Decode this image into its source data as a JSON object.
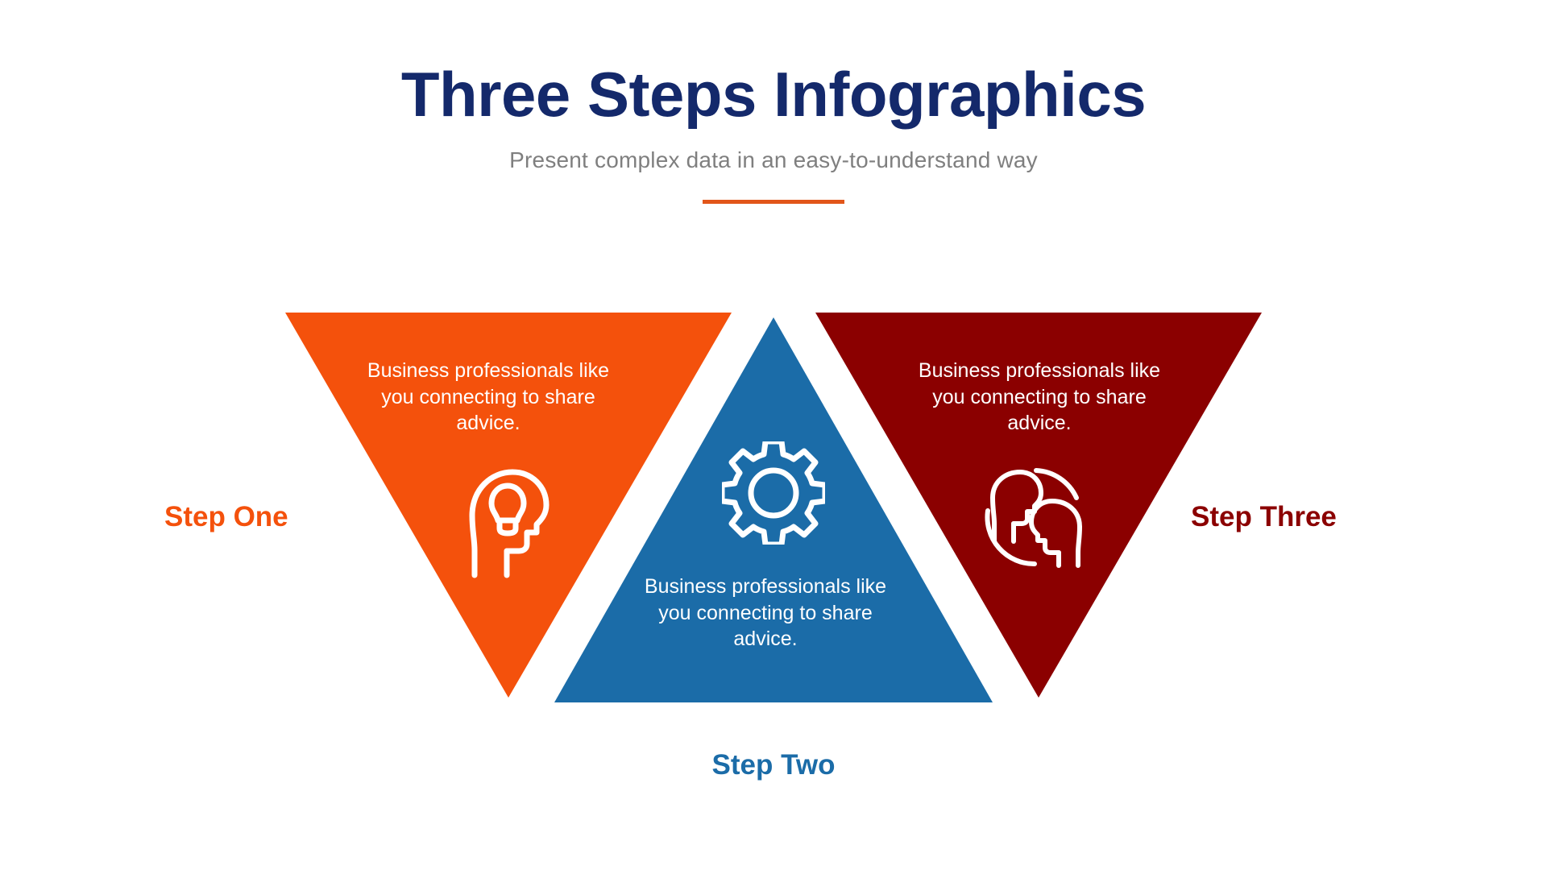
{
  "header": {
    "title": "Three Steps Infographics",
    "subtitle": "Present complex data in an easy-to-understand way",
    "title_color": "#14296B",
    "subtitle_color": "#7F7F7F",
    "accent_bar_color": "#E2561A"
  },
  "background_color": "#FFFFFF",
  "body_text_color": "#FFFFFF",
  "steps": [
    {
      "label": "Step One",
      "body": "Business professionals like you connecting to share advice.",
      "color": "#F4510C",
      "icon": "head-lightbulb-icon",
      "direction": "down",
      "label_position": "left"
    },
    {
      "label": "Step Two",
      "body": "Business professionals like you connecting to share advice.",
      "color": "#1B6CA8",
      "icon": "gear-icon",
      "direction": "up",
      "label_position": "bottom"
    },
    {
      "label": "Step Three",
      "body": "Business professionals like you connecting to share advice.",
      "color": "#8B0000",
      "icon": "two-heads-conversation-icon",
      "direction": "down",
      "label_position": "right"
    }
  ]
}
